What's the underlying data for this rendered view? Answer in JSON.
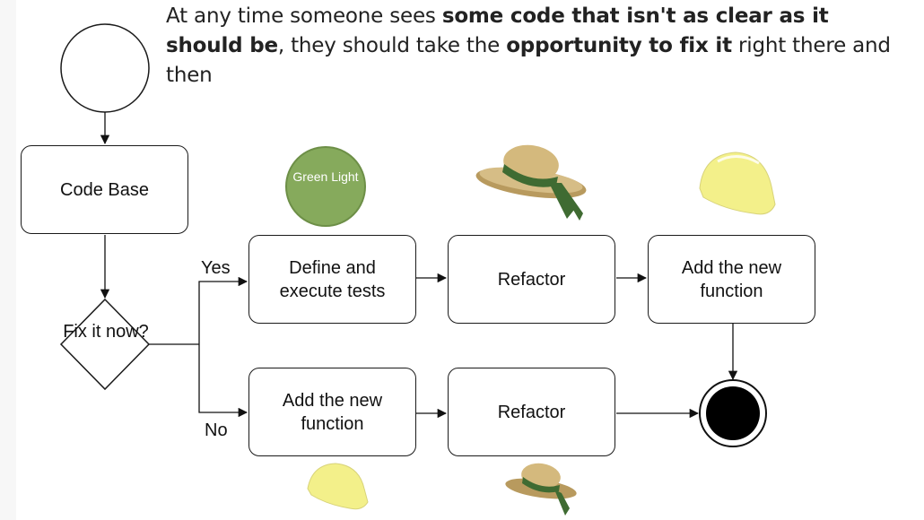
{
  "heading": {
    "part1": "At any time someone sees ",
    "bold1": "some code that isn't as clear as it should be",
    "part2": ", they should take the ",
    "bold2": "opportunity to fix it",
    "part3": " right there and then"
  },
  "diagram": {
    "code_base": "Code Base",
    "decision": "Fix it now?",
    "yes_label": "Yes",
    "no_label": "No",
    "green_light": "Green Light",
    "define_tests": "Define and execute tests",
    "refactor_top": "Refactor",
    "add_function_top": "Add the new function",
    "add_function_bottom": "Add the new function",
    "refactor_bottom": "Refactor"
  },
  "colors": {
    "green_light_fill": "#86aa5c",
    "hard_hat": "#f3f08a",
    "straw_hat": "#c9ad72",
    "hat_ribbon": "#3f6b32"
  },
  "icons": [
    "start-circle",
    "end-circle",
    "straw-hat-icon",
    "hard-hat-icon"
  ]
}
